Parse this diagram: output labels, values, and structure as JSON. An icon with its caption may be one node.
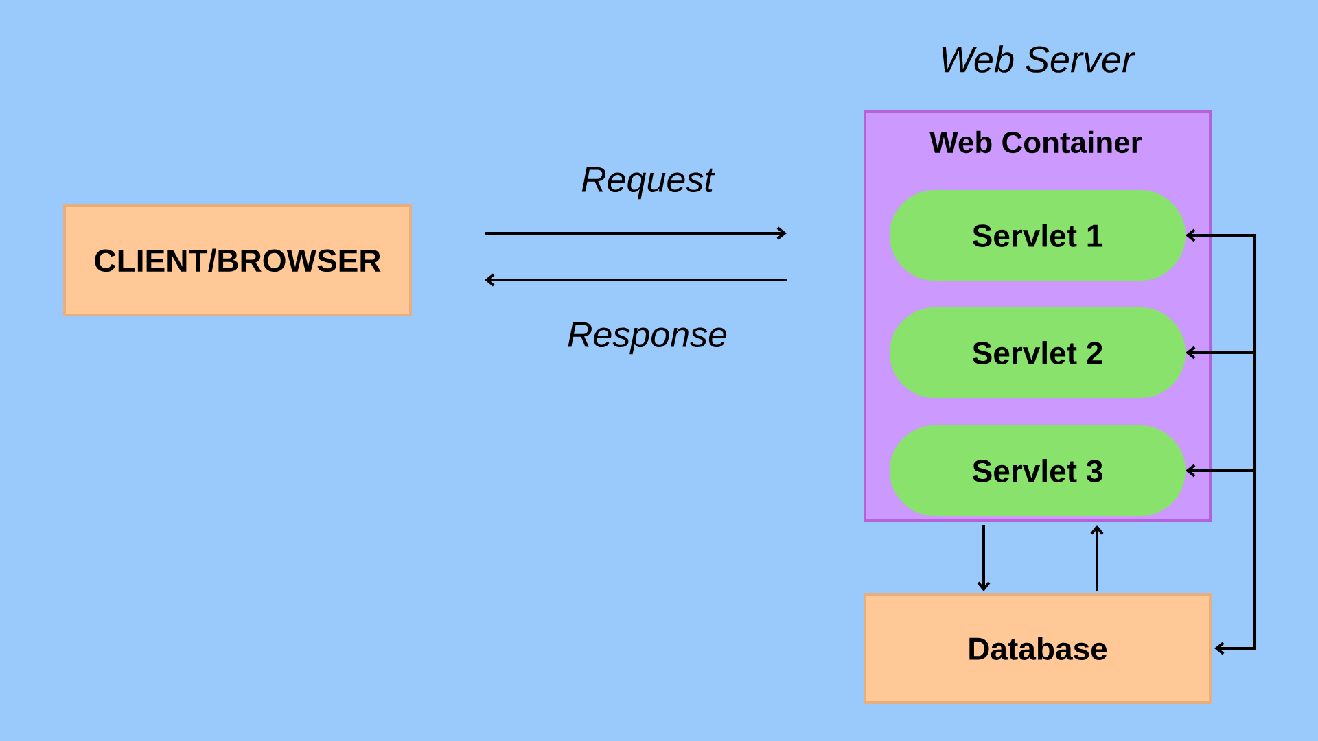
{
  "diagram": {
    "nodes": [
      {
        "text": [
          "CLIENT/BROWSER"
        ]
      },
      {
        "text": [
          "Web Container"
        ]
      },
      {
        "text": [
          "Servlet 1"
        ],
        "in": 1
      },
      {
        "text": [
          "Servlet 2"
        ],
        "in": 1
      },
      {
        "text": [
          "Servlet 3"
        ],
        "in": 1
      },
      {
        "text": [
          "Database"
        ]
      }
    ],
    "edges": [
      {
        "from": 0,
        "to": 1,
        "arrow": "to",
        "label": "Request"
      },
      {
        "from": 1,
        "to": 0,
        "arrow": "to",
        "label": "Response"
      },
      {
        "from": 2,
        "to": 5,
        "arrow": "both"
      },
      {
        "from": 3,
        "to": 5,
        "arrow": "both"
      },
      {
        "from": 4,
        "to": 5,
        "arrow": "both"
      },
      {
        "from": 1,
        "to": 5,
        "arrow": "to"
      },
      {
        "from": 5,
        "to": 1,
        "arrow": "to"
      }
    ],
    "labels": [
      "Web Server"
    ]
  }
}
